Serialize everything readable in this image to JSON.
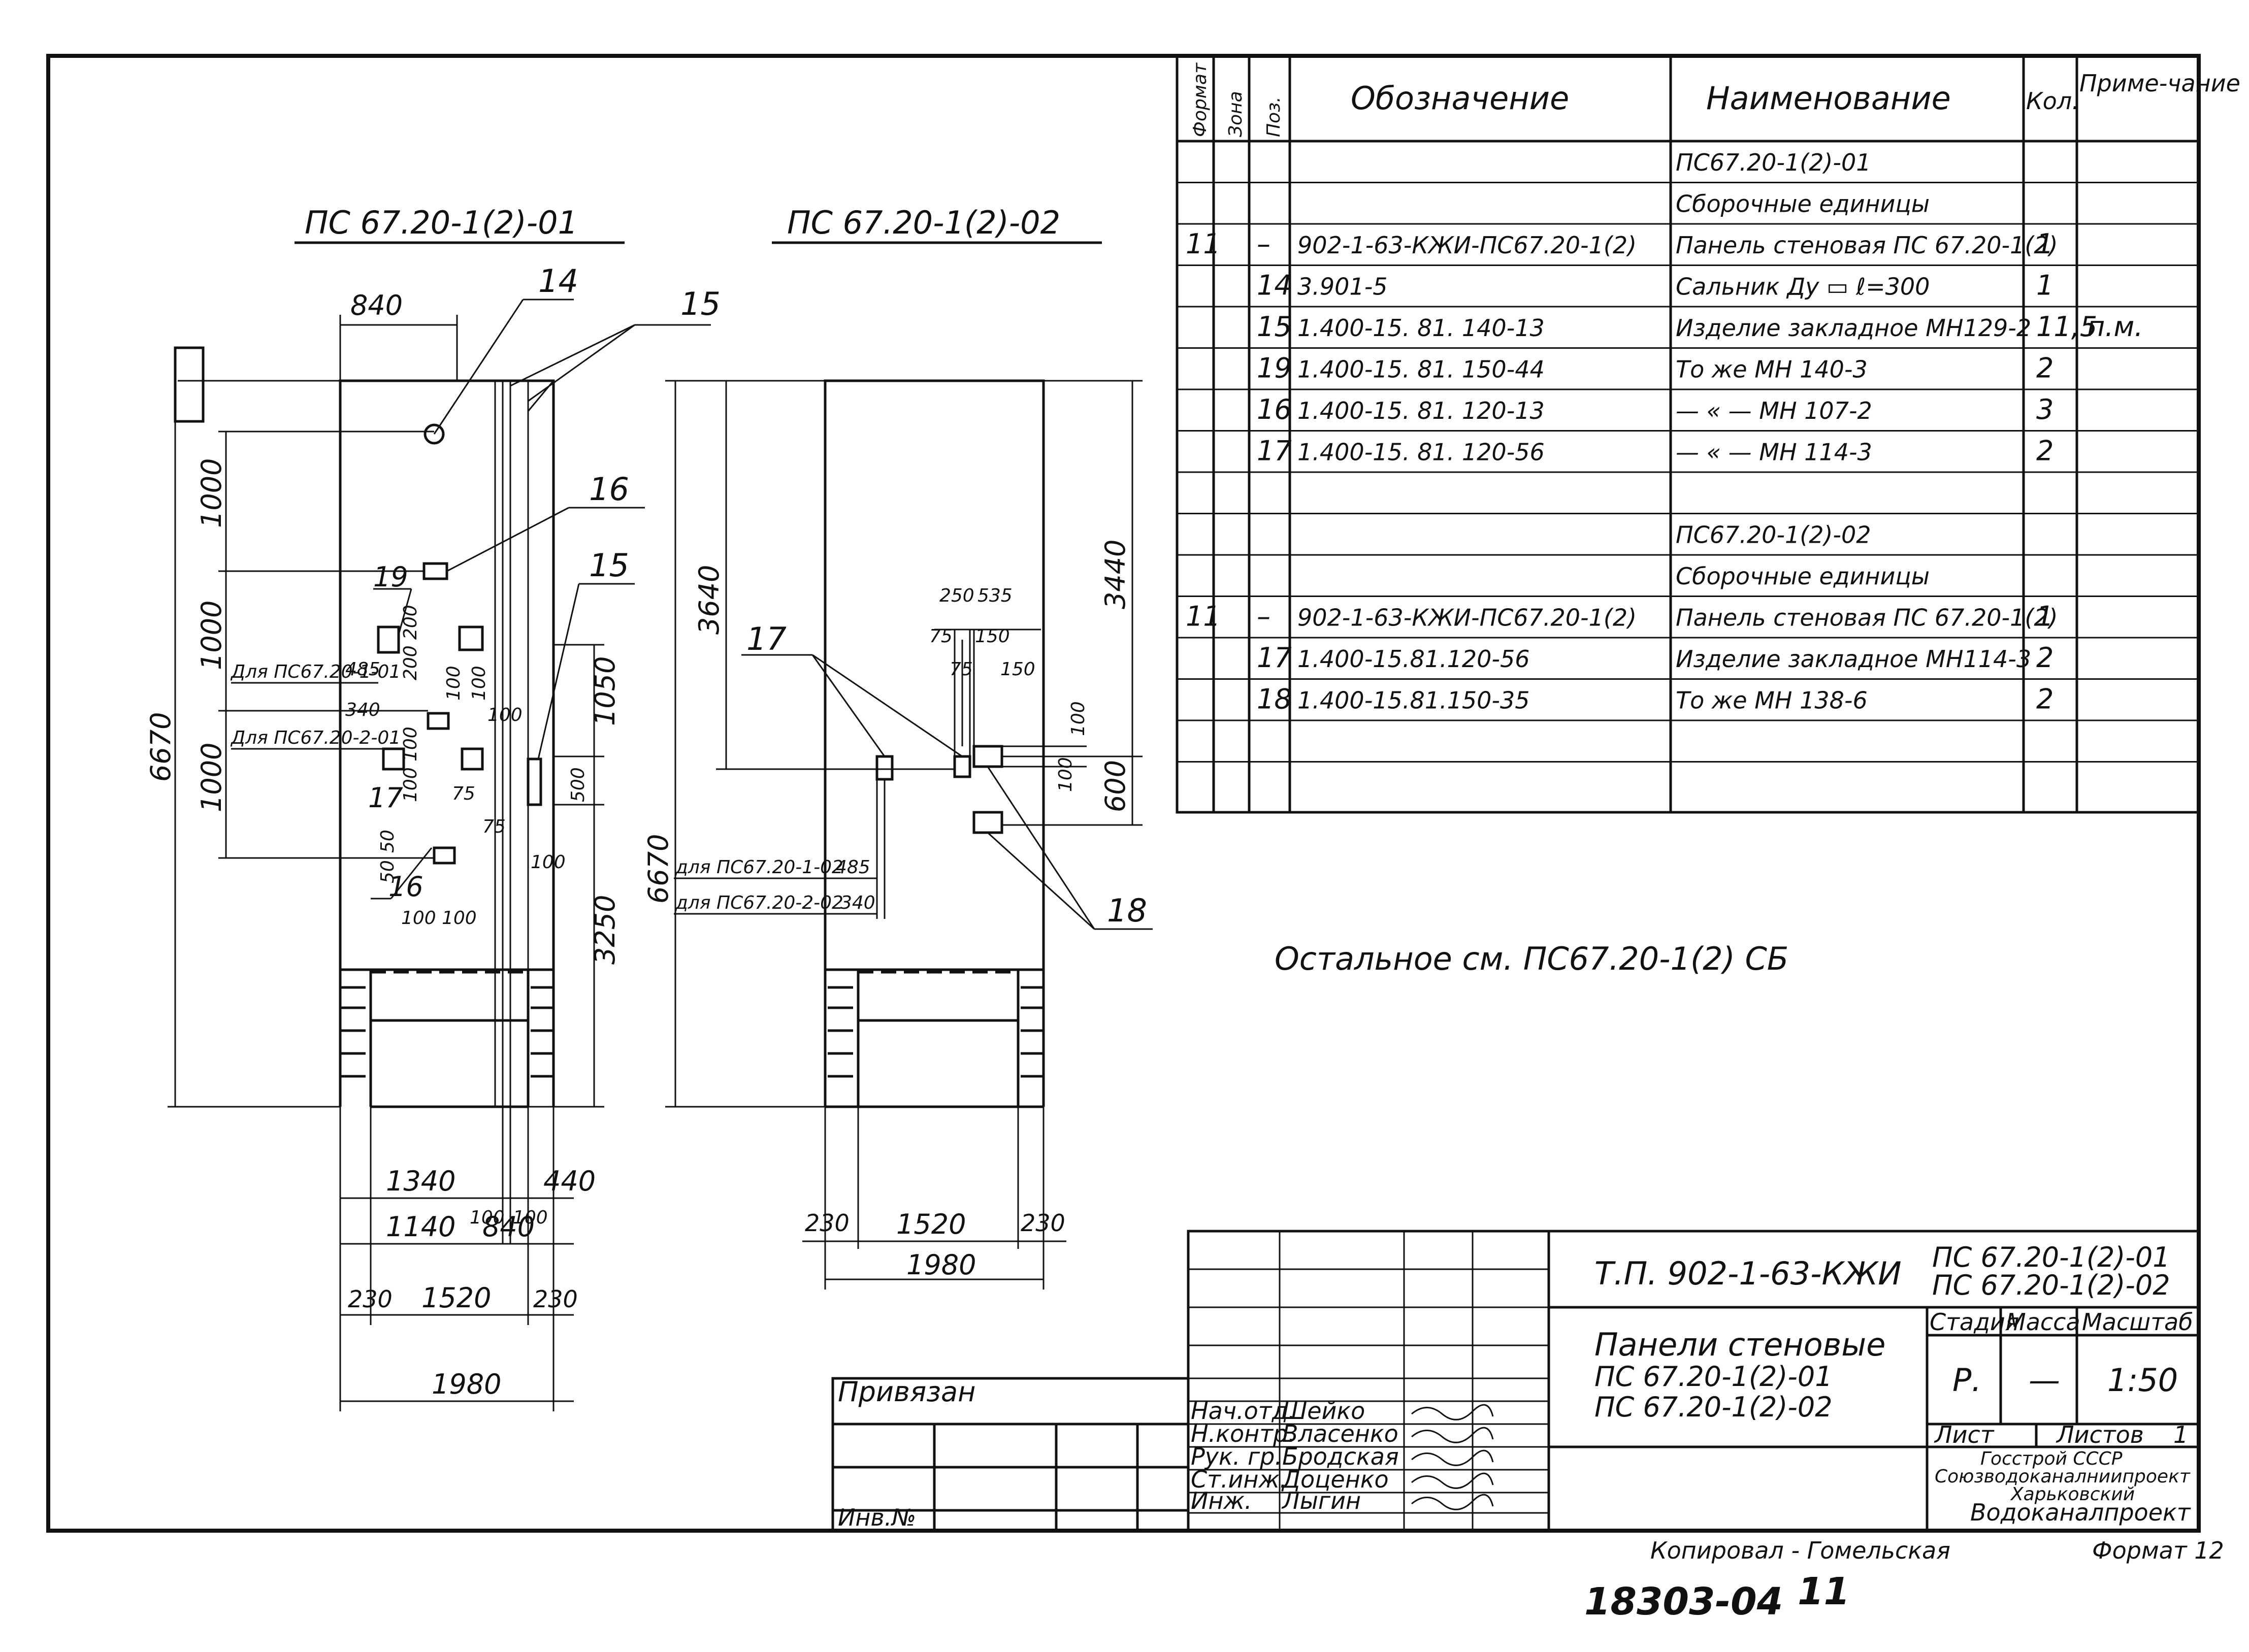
{
  "drawing_titles": {
    "left": "ПС 67.20-1(2)-01",
    "right": "ПС 67.20-1(2)-02"
  },
  "spec_table": {
    "headers": {
      "format": "Формат",
      "zone": "Зона",
      "pos": "Поз.",
      "designation": "Обозначение",
      "name": "Наименование",
      "qty": "Кол.",
      "note": "Приме-чание"
    },
    "rows": [
      {
        "fmt": "",
        "pos": "",
        "designation": "",
        "name": "ПС67.20-1(2)-01",
        "qty": "",
        "note": ""
      },
      {
        "fmt": "",
        "pos": "",
        "designation": "",
        "name": "Сборочные единицы",
        "qty": "",
        "note": ""
      },
      {
        "fmt": "11",
        "pos": "–",
        "designation": "902-1-63-КЖИ-ПС67.20-1(2)",
        "name": "Панель стеновая ПС 67.20-1(2)",
        "qty": "1",
        "note": ""
      },
      {
        "fmt": "",
        "pos": "14",
        "designation": "3.901-5",
        "name": "Сальник Ду ▭ ℓ=300",
        "qty": "1",
        "note": ""
      },
      {
        "fmt": "",
        "pos": "15",
        "designation": "1.400-15. 81. 140-13",
        "name": "Изделие закладное МН129-2",
        "qty": "11,5",
        "note": "п.м."
      },
      {
        "fmt": "",
        "pos": "19",
        "designation": "1.400-15. 81. 150-44",
        "name": "То же   МН 140-3",
        "qty": "2",
        "note": ""
      },
      {
        "fmt": "",
        "pos": "16",
        "designation": "1.400-15. 81. 120-13",
        "name": "— « —   МН 107-2",
        "qty": "3",
        "note": ""
      },
      {
        "fmt": "",
        "pos": "17",
        "designation": "1.400-15. 81. 120-56",
        "name": "— « —   МН 114-3",
        "qty": "2",
        "note": ""
      },
      {
        "fmt": "",
        "pos": "",
        "designation": "",
        "name": "",
        "qty": "",
        "note": ""
      },
      {
        "fmt": "",
        "pos": "",
        "designation": "",
        "name": "ПС67.20-1(2)-02",
        "qty": "",
        "note": ""
      },
      {
        "fmt": "",
        "pos": "",
        "designation": "",
        "name": "Сборочные единицы",
        "qty": "",
        "note": ""
      },
      {
        "fmt": "11",
        "pos": "–",
        "designation": "902-1-63-КЖИ-ПС67.20-1(2)",
        "name": "Панель стеновая ПС 67.20-1(2)",
        "qty": "1",
        "note": ""
      },
      {
        "fmt": "",
        "pos": "17",
        "designation": "1.400-15.81.120-56",
        "name": "Изделие закладное МН114-3",
        "qty": "2",
        "note": ""
      },
      {
        "fmt": "",
        "pos": "18",
        "designation": "1.400-15.81.150-35",
        "name": "То же   МН 138-6",
        "qty": "2",
        "note": ""
      },
      {
        "fmt": "",
        "pos": "",
        "designation": "",
        "name": "",
        "qty": "",
        "note": ""
      }
    ]
  },
  "note_text": "Остальное см. ПС67.20-1(2) СБ",
  "left_view": {
    "callouts": [
      "14",
      "15",
      "16",
      "15",
      "19",
      "17",
      "16"
    ],
    "dims_top": [
      "840"
    ],
    "dims_left_total": "6670",
    "dims_left_parts": [
      "1000",
      "1000",
      "1000"
    ],
    "dims_right": [
      "1050",
      "500",
      "3250"
    ],
    "labels_for": [
      "Для ПС67.20-1-01",
      "Для ПС67.20-2-01"
    ],
    "small_dims": [
      "485",
      "340",
      "200",
      "200",
      "100",
      "100",
      "100",
      "100",
      "75",
      "75",
      "100",
      "50",
      "50",
      "100",
      "100",
      "100"
    ],
    "dims_bottom_row1": [
      "1340",
      "100",
      "100",
      "440"
    ],
    "dims_bottom_row2": [
      "1140",
      "840"
    ],
    "dims_bottom_row3": [
      "230",
      "1520",
      "230"
    ],
    "dims_bottom_total": "1980"
  },
  "right_view": {
    "callouts": [
      "17",
      "18"
    ],
    "dims_left": "3640",
    "dims_left_total": "6670",
    "dims_right": [
      "3440",
      "600"
    ],
    "dims_top_small": [
      "250",
      "535",
      "75",
      "150",
      "75",
      "150",
      "100",
      "100"
    ],
    "labels_for": [
      "для ПС67.20-1-02",
      "для ПС67.20-2-02"
    ],
    "label_values": [
      "485",
      "340"
    ],
    "dims_bottom_row": [
      "230",
      "1520",
      "230"
    ],
    "dims_bottom_total": "1980"
  },
  "title_block": {
    "project_code": "Т.П. 902-1-63-КЖИ",
    "marks": [
      "ПС 67.20-1(2)-01",
      "ПС 67.20-1(2)-02"
    ],
    "title": "Панели стеновые",
    "title_marks": [
      "ПС 67.20-1(2)-01",
      "ПС 67.20-1(2)-02"
    ],
    "stage_header": "Стадия",
    "mass_header": "Масса",
    "scale_header": "Масштаб",
    "stage": "Р.",
    "mass": "—",
    "scale": "1:50",
    "sheet_label": "Лист",
    "sheets_label": "Листов",
    "sheets_count": "1",
    "organization": [
      "Госстрой СССР",
      "Союзводоканалниипроект",
      "Харьковский",
      "Водоканалпроект"
    ],
    "bound_label": "Привязан",
    "inv_label": "Инв.№",
    "people": [
      {
        "role": "Нач.отд.",
        "name": "Шейко"
      },
      {
        "role": "Н.контр.",
        "name": "Власенко"
      },
      {
        "role": "Рук. гр.",
        "name": "Бродская"
      },
      {
        "role": "Ст.инж.",
        "name": "Доценко"
      },
      {
        "role": "Инж.",
        "name": "Лыгин"
      }
    ]
  },
  "footer": {
    "copied_by": "Копировал - Гомельская",
    "format": "Формат 12",
    "handwritten_code": "18303-04",
    "handwritten_sheet": "11"
  }
}
